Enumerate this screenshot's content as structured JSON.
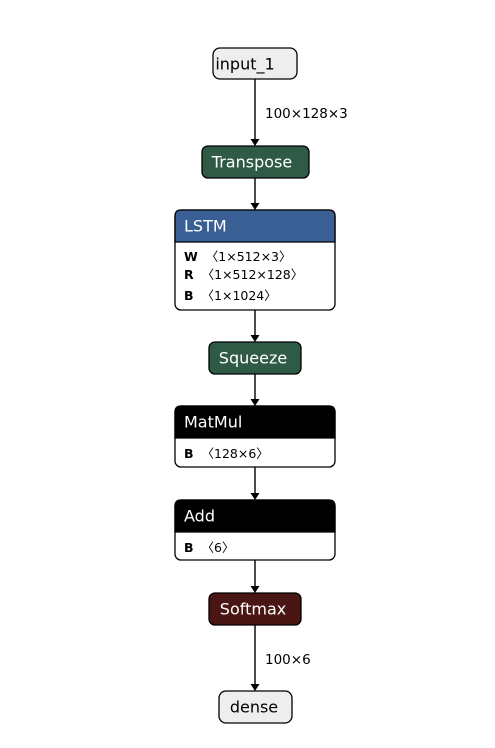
{
  "nodes": {
    "input": {
      "label": "input_1"
    },
    "transpose": {
      "label": "Transpose",
      "color": "#2f5b46"
    },
    "lstm": {
      "label": "LSTM",
      "color": "#3a5f94",
      "attrs": [
        {
          "key": "W",
          "value": "〈1×512×3〉"
        },
        {
          "key": "R",
          "value": "〈1×512×128〉"
        },
        {
          "key": "B",
          "value": "〈1×1024〉"
        }
      ]
    },
    "squeeze": {
      "label": "Squeeze",
      "color": "#2f5b46"
    },
    "matmul": {
      "label": "MatMul",
      "color": "#000000",
      "attrs": [
        {
          "key": "B",
          "value": "〈128×6〉"
        }
      ]
    },
    "add": {
      "label": "Add",
      "color": "#000000",
      "attrs": [
        {
          "key": "B",
          "value": "〈6〉"
        }
      ]
    },
    "softmax": {
      "label": "Softmax",
      "color": "#4a1614"
    },
    "output": {
      "label": "dense"
    }
  },
  "edges": {
    "input_shape": "100×128×3",
    "output_shape": "100×6"
  }
}
